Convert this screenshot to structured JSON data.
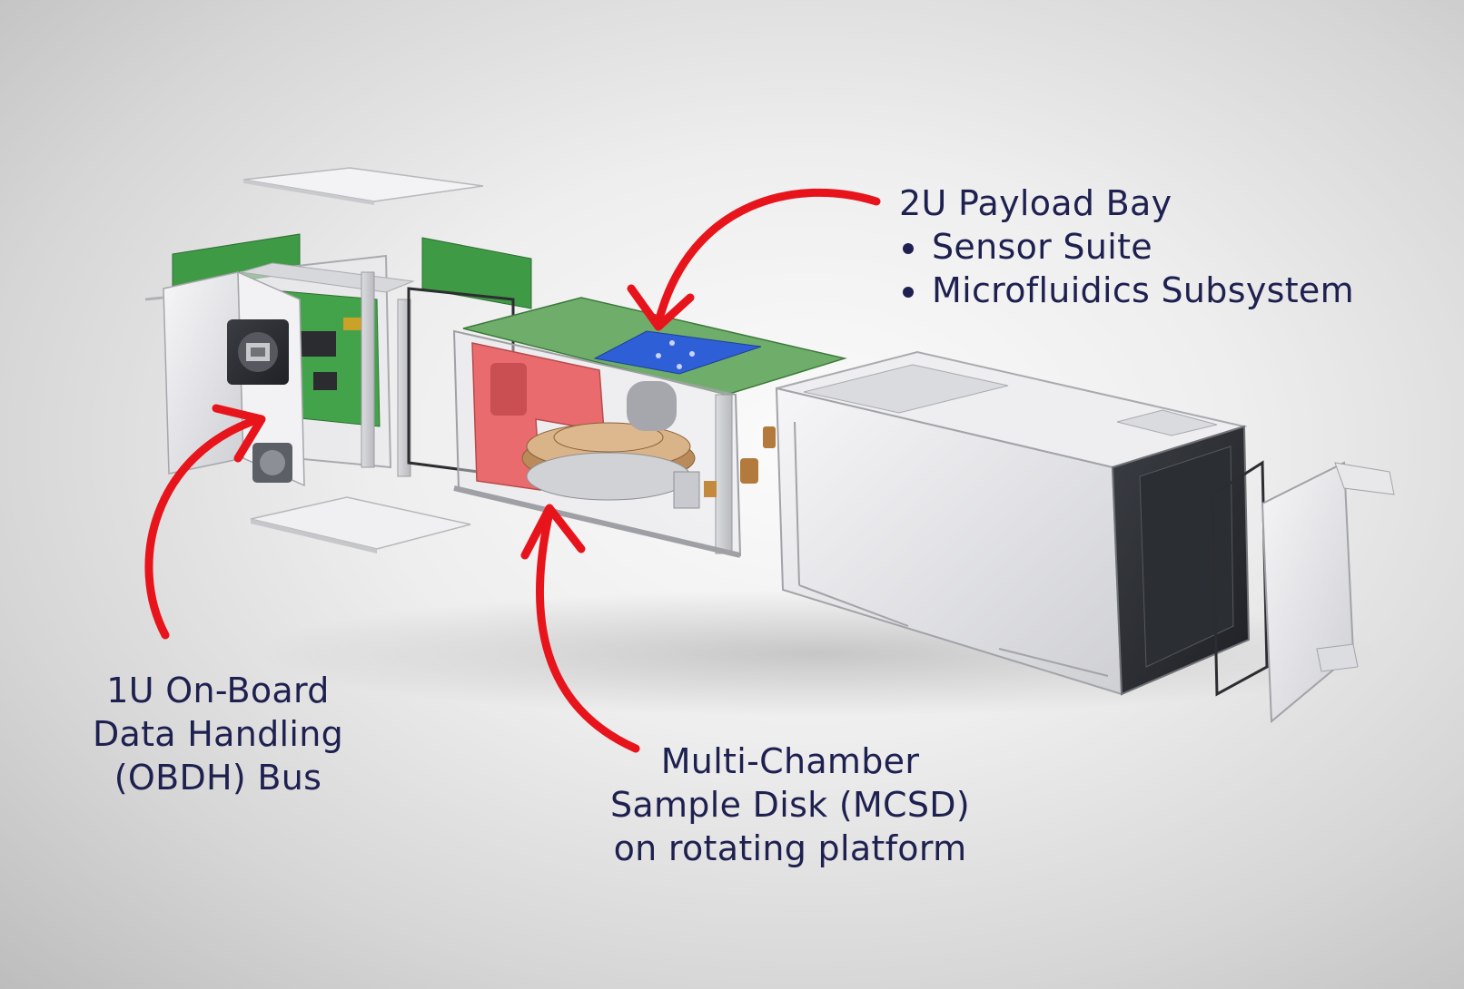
{
  "labels": {
    "payload": {
      "title": "2U Payload Bay",
      "bullets": [
        "Sensor Suite",
        "Microfluidics Subsystem"
      ]
    },
    "obdh": {
      "lines": [
        "1U On-Board",
        "Data Handling",
        "(OBDH) Bus"
      ]
    },
    "mcsd": {
      "lines": [
        "Multi-Chamber",
        "Sample Disk (MCSD)",
        "on rotating platform"
      ]
    }
  },
  "colors": {
    "label_text": "#1e2050",
    "arrow": "#e8141c",
    "pcb_green": "#3f9a45",
    "blue_board": "#2f5fd6",
    "red_bracket": "#ea6b6e",
    "frame_grey": "#e4e4e6"
  },
  "icons": [
    "red-arrow-icon",
    "ethernet-port-icon"
  ]
}
